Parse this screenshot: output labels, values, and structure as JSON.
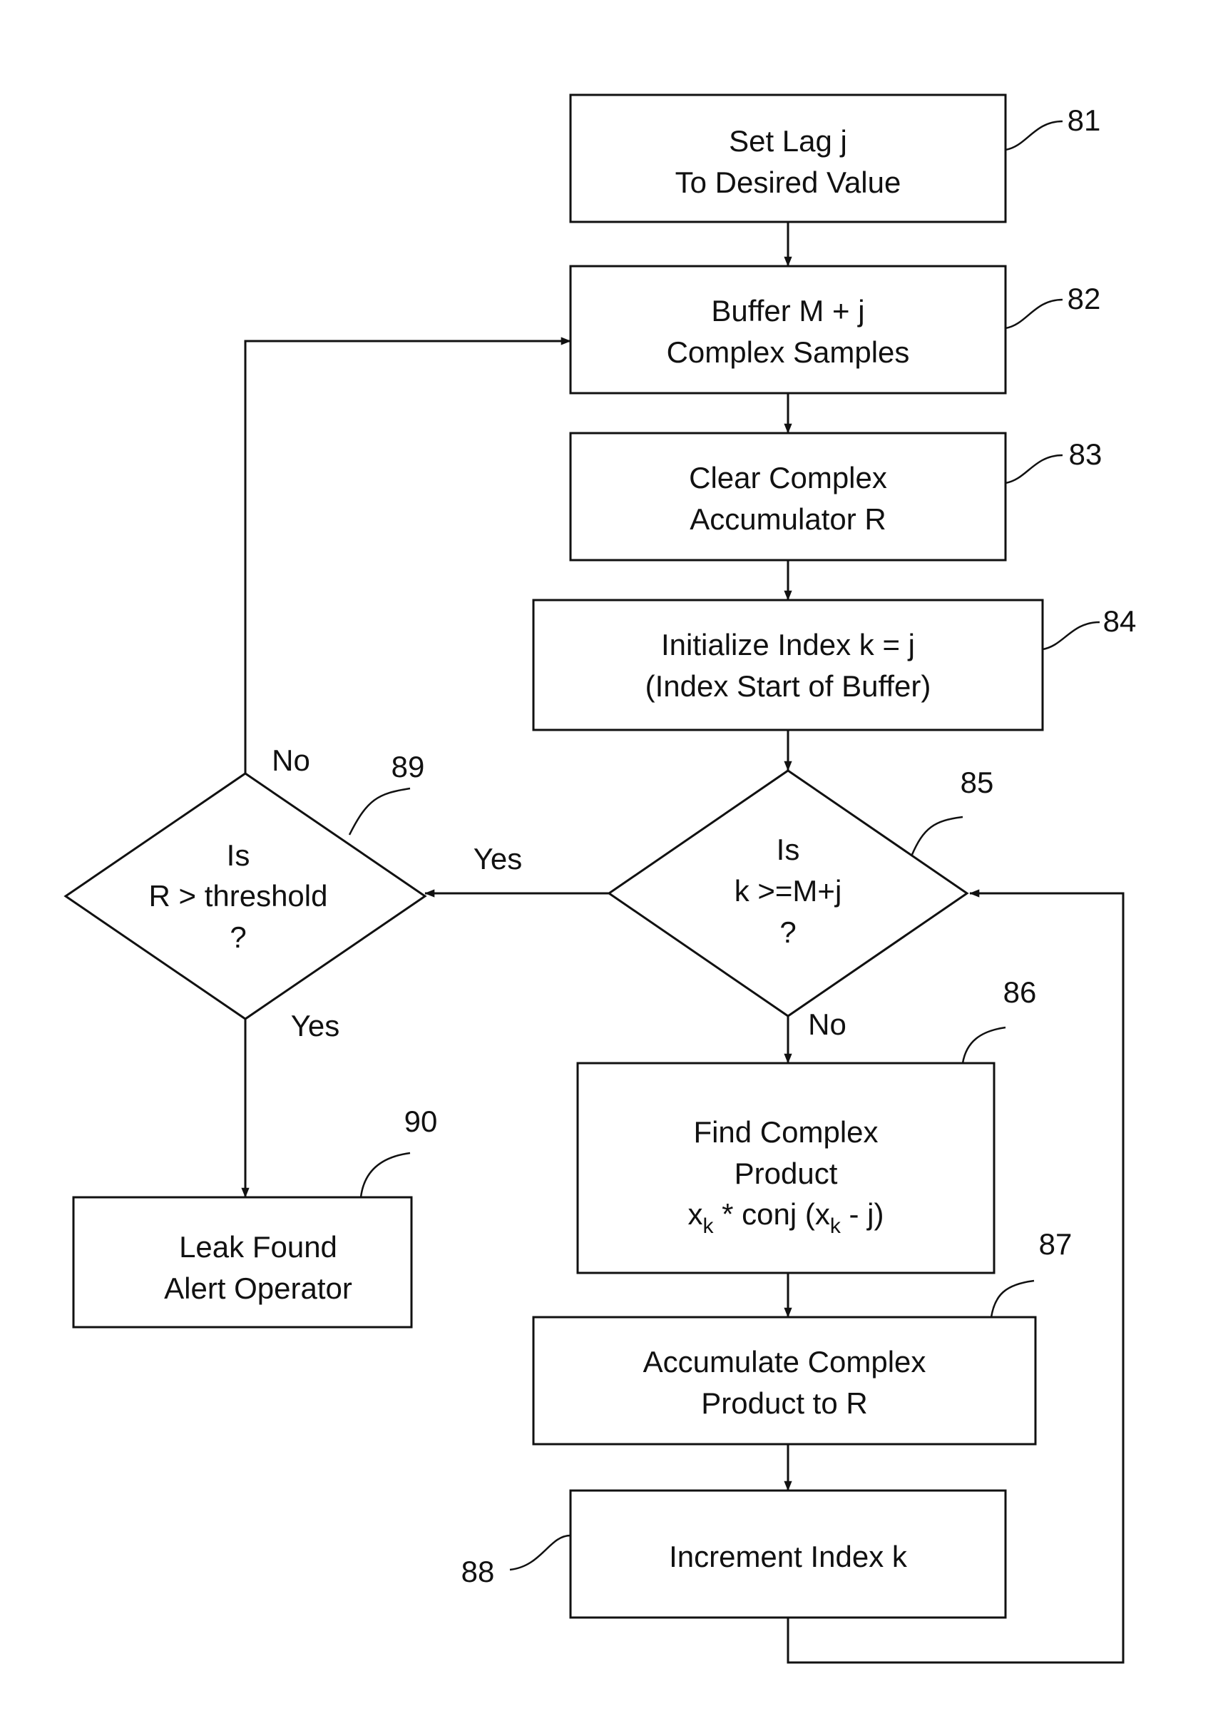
{
  "steps": {
    "s81": {
      "ref": "81",
      "line1": "Set Lag j",
      "line2": "To Desired Value"
    },
    "s82": {
      "ref": "82",
      "line1": "Buffer M + j",
      "line2": "Complex Samples"
    },
    "s83": {
      "ref": "83",
      "line1": "Clear Complex",
      "line2": "Accumulator R"
    },
    "s84": {
      "ref": "84",
      "line1": "Initialize Index k = j",
      "line2": "(Index Start of Buffer)"
    },
    "s85": {
      "ref": "85",
      "line1": "Is",
      "line2": "k >=M+j",
      "line3": "?"
    },
    "s86": {
      "ref": "86",
      "line1": "Find Complex",
      "line2": "Product",
      "line3_x": "x",
      "line3_sub1": "k",
      "line3_mid": " * conj (x",
      "line3_sub2": "k",
      "line3_end": " - j)"
    },
    "s87": {
      "ref": "87",
      "line1": "Accumulate Complex",
      "line2": "Product to R"
    },
    "s88": {
      "ref": "88",
      "line1": "Increment Index k"
    },
    "s89": {
      "ref": "89",
      "line1": "Is",
      "line2": "R > threshold",
      "line3": "?"
    },
    "s90": {
      "ref": "90",
      "line1": "Leak Found",
      "line2": "Alert Operator"
    }
  },
  "labels": {
    "no_89": "No",
    "yes_85": "Yes",
    "yes_89": "Yes",
    "no_85": "No"
  }
}
